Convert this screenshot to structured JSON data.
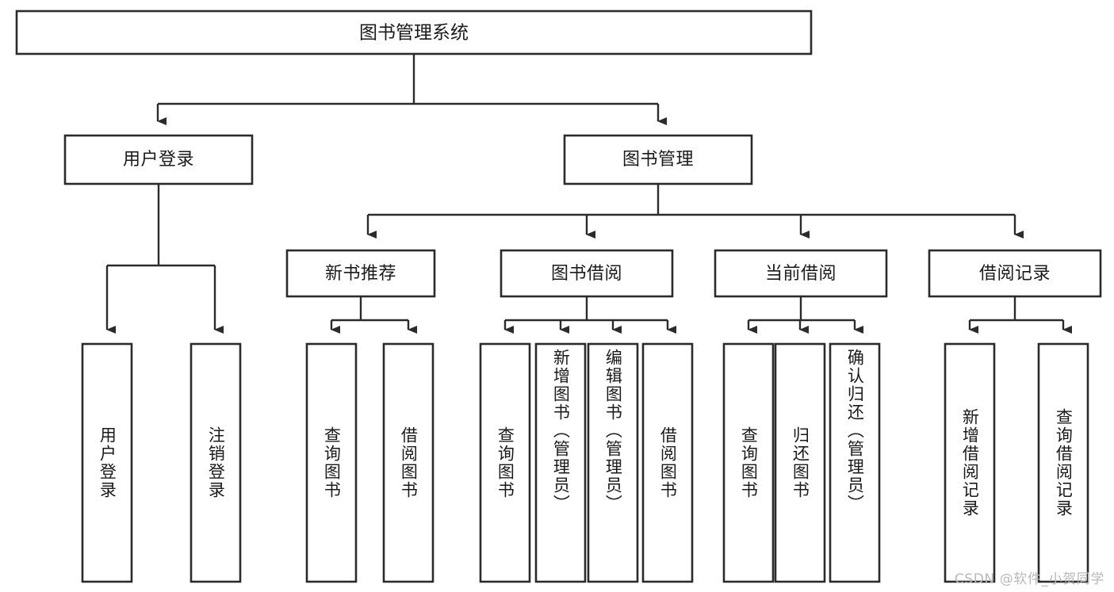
{
  "diagram": {
    "type": "hierarchy-tree",
    "title": "图书管理系统",
    "watermark": "CSDN @软件_小贺同学",
    "colors": {
      "box_stroke": "#2b2b2b",
      "box_fill": "#ffffff",
      "text": "#1a1a1a",
      "background": "#ffffff",
      "watermark": "#b9b9b9"
    },
    "root": {
      "label": "图书管理系统",
      "children": [
        {
          "label": "用户登录",
          "children": [
            {
              "label": "用户登录"
            },
            {
              "label": "注销登录"
            }
          ]
        },
        {
          "label": "图书管理",
          "children": [
            {
              "label": "新书推荐",
              "children": [
                {
                  "label": "查询图书"
                },
                {
                  "label": "借阅图书"
                }
              ]
            },
            {
              "label": "图书借阅",
              "children": [
                {
                  "label": "查询图书"
                },
                {
                  "label": "新增图书（管理员）"
                },
                {
                  "label": "编辑图书（管理员）"
                },
                {
                  "label": "借阅图书"
                }
              ]
            },
            {
              "label": "当前借阅",
              "children": [
                {
                  "label": "查询图书"
                },
                {
                  "label": "归还图书"
                },
                {
                  "label": "确认归还（管理员）"
                }
              ]
            },
            {
              "label": "借阅记录",
              "children": [
                {
                  "label": "新增借阅记录"
                },
                {
                  "label": "查询借阅记录"
                }
              ]
            }
          ]
        }
      ]
    },
    "nodes": {
      "root_title": "图书管理系统",
      "level2": [
        "用户登录",
        "图书管理"
      ],
      "level3": [
        "新书推荐",
        "图书借阅",
        "当前借阅",
        "借阅记录"
      ],
      "leaves_user_login": [
        "用户登录",
        "注销登录"
      ],
      "leaves_new_book": [
        "查询图书",
        "借阅图书"
      ],
      "leaves_borrow": [
        "查询图书",
        "新增图书（管理员）",
        "编辑图书（管理员）",
        "借阅图书"
      ],
      "leaves_current": [
        "查询图书",
        "归还图书",
        "确认归还（管理员）"
      ],
      "leaves_record": [
        "新增借阅记录",
        "查询借阅记录"
      ]
    }
  }
}
